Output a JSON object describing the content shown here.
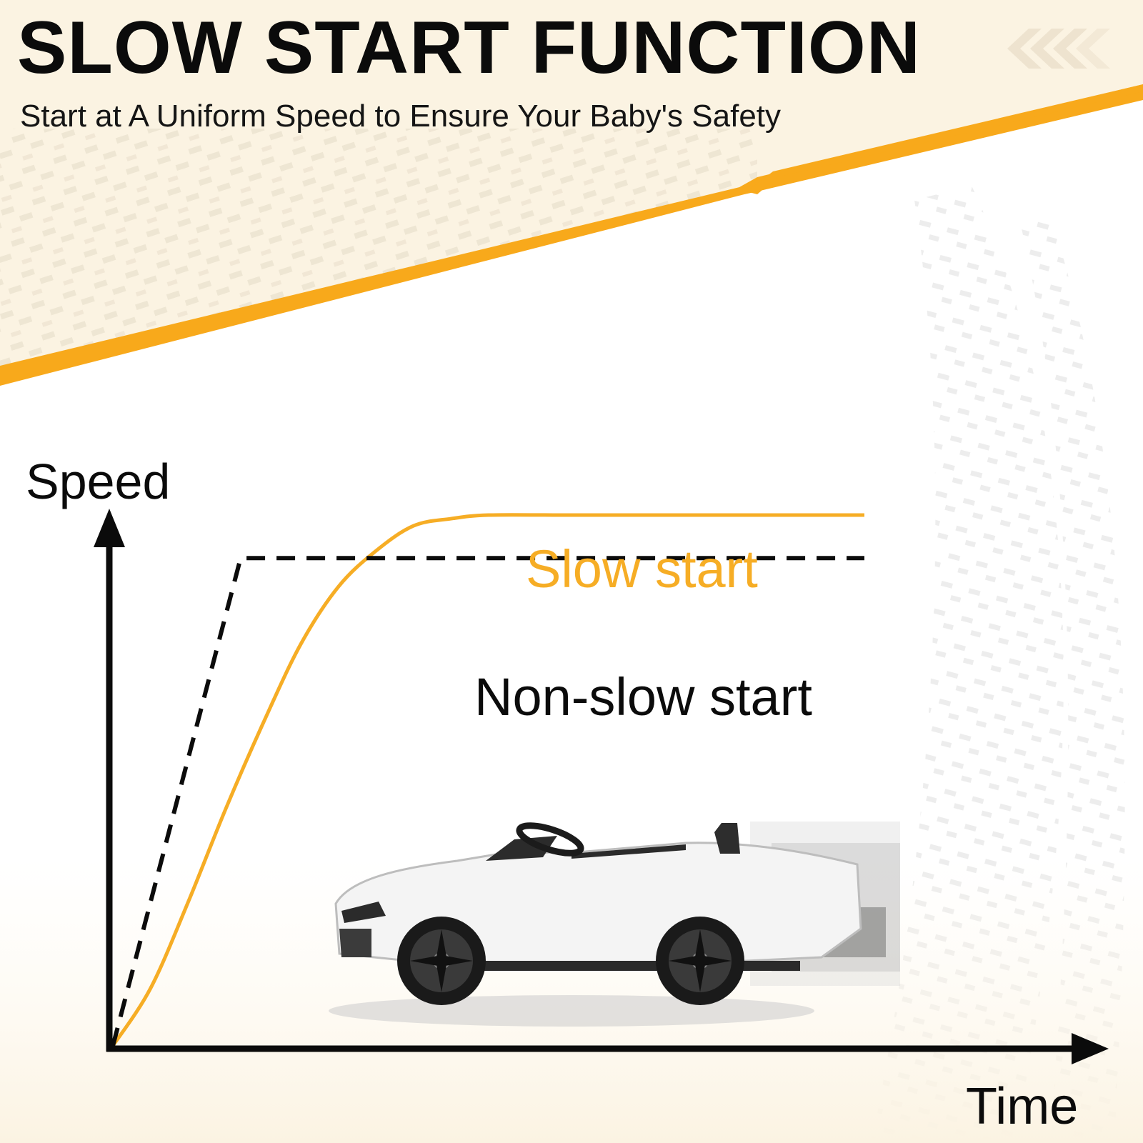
{
  "header": {
    "title": "SLOW START FUNCTION",
    "subtitle": "Start at A Uniform Speed to Ensure Your Baby's Safety"
  },
  "colors": {
    "accent": "#f6ad25",
    "band": "#f8a91b",
    "cream": "#fbf3e2",
    "ink": "#0b0b0b",
    "car_body": "#f4f4f4"
  },
  "chart_data": {
    "type": "line",
    "xlabel": "Time",
    "ylabel": "Speed",
    "xlim": [
      0,
      100
    ],
    "ylim": [
      0,
      100
    ],
    "grid": false,
    "series": [
      {
        "name": "Slow start",
        "color": "#f6ad25",
        "style": "solid",
        "points": [
          [
            0,
            0
          ],
          [
            5,
            8
          ],
          [
            10,
            20
          ],
          [
            15,
            33
          ],
          [
            20,
            45
          ],
          [
            25,
            56
          ],
          [
            30,
            64
          ],
          [
            35,
            69
          ],
          [
            40,
            72.5
          ],
          [
            45,
            73.5
          ],
          [
            50,
            74
          ],
          [
            60,
            74
          ],
          [
            70,
            74
          ],
          [
            80,
            74
          ],
          [
            90,
            74
          ],
          [
            100,
            74
          ]
        ]
      },
      {
        "name": "Non-slow start",
        "color": "#0b0b0b",
        "style": "dashed",
        "points": [
          [
            0,
            0
          ],
          [
            17,
            68
          ],
          [
            100,
            68
          ]
        ]
      }
    ]
  },
  "icons": [
    "chevrons-left-icon",
    "car-image"
  ]
}
